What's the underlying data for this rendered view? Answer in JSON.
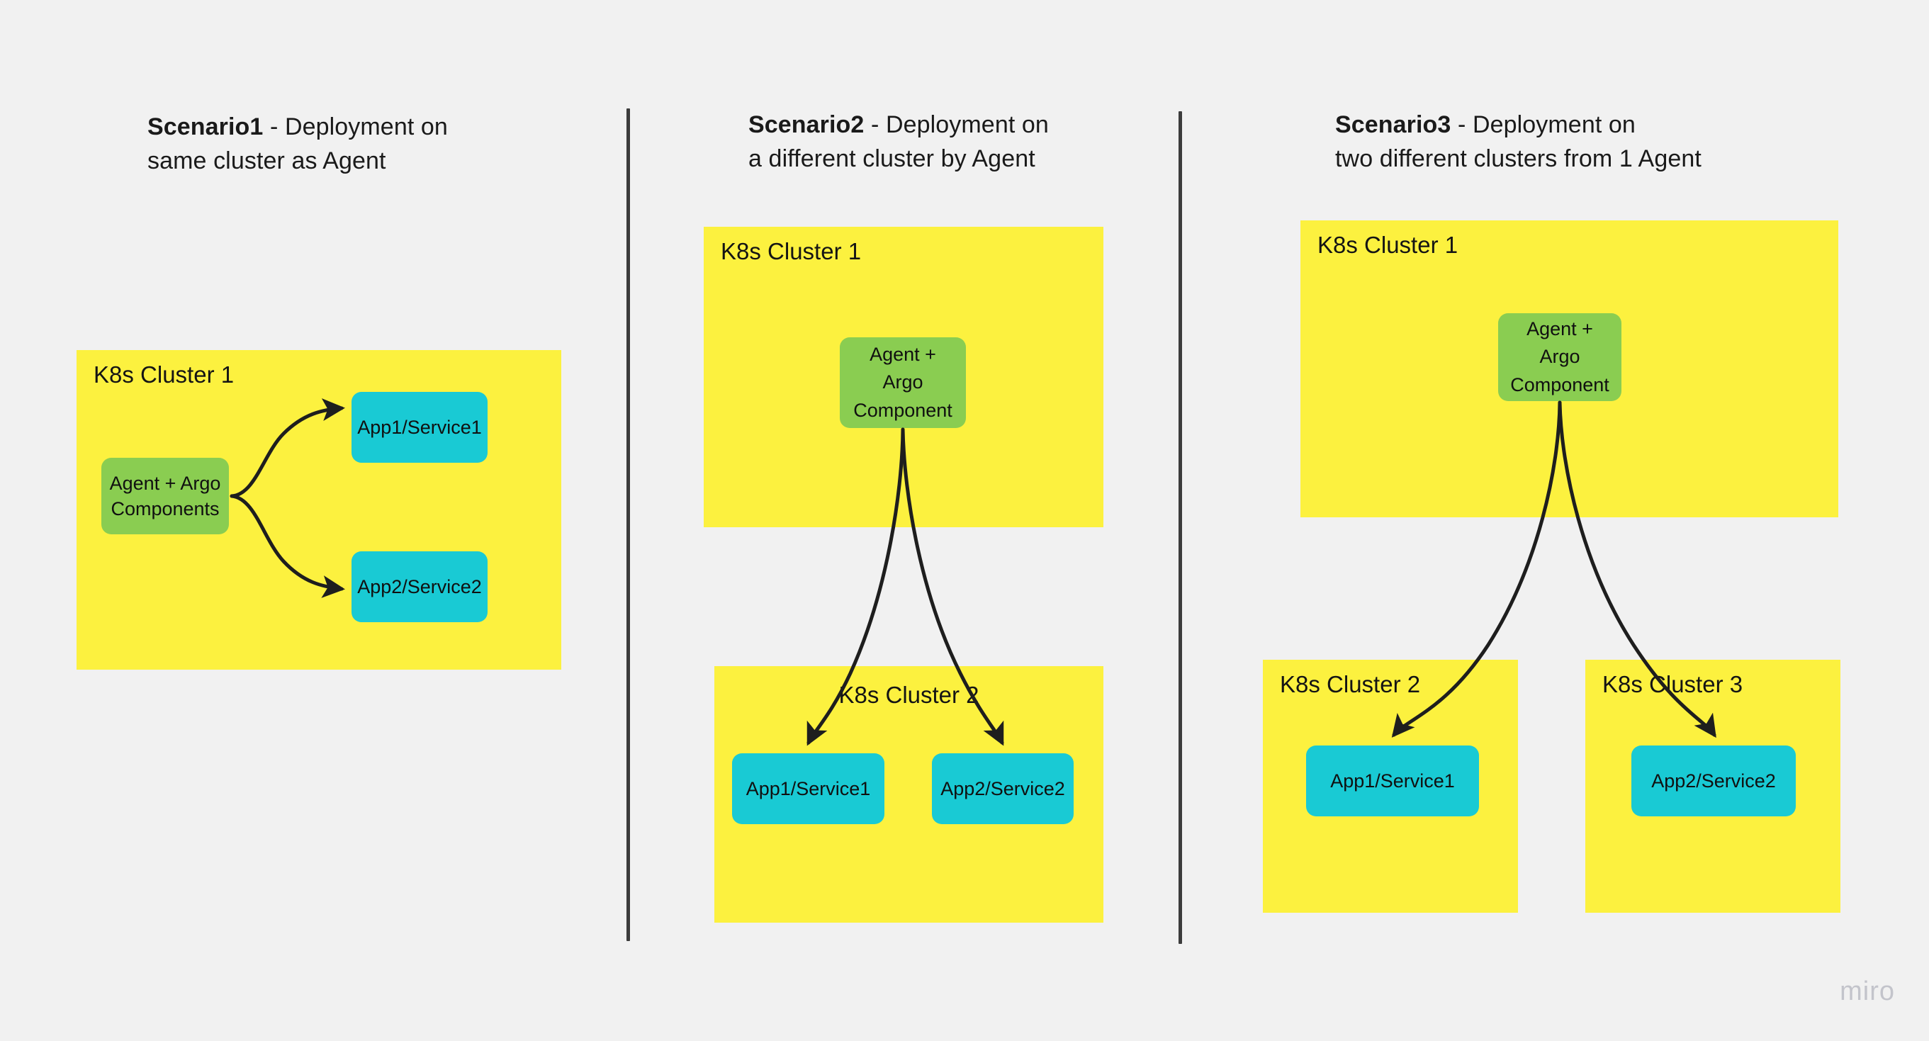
{
  "canvas": {
    "background": "#f1f1f1",
    "watermark": "miro"
  },
  "palette": {
    "cluster_yellow": "#fcf13f",
    "agent_green": "#8acd51",
    "app_cyan": "#19cad4",
    "arrow_black": "#1a1a1a",
    "divider_gray": "#3c3c3c",
    "text_black": "#141414",
    "watermark_gray": "#c3c4cb"
  },
  "scenarios": [
    {
      "id": "scenario1",
      "title_strong": "Scenario1",
      "title_rest": " - Deployment on\nsame cluster as Agent",
      "clusters": [
        {
          "id": "s1-c1",
          "label": "K8s Cluster 1",
          "label_align": "left"
        }
      ],
      "nodes": [
        {
          "id": "s1-agent",
          "label": "Agent + Argo\nComponents",
          "kind": "agent"
        },
        {
          "id": "s1-app1",
          "label": "App1/Service1",
          "kind": "app"
        },
        {
          "id": "s1-app2",
          "label": "App2/Service2",
          "kind": "app"
        }
      ],
      "edges": [
        {
          "from": "s1-agent",
          "to": "s1-app1"
        },
        {
          "from": "s1-agent",
          "to": "s1-app2"
        }
      ]
    },
    {
      "id": "scenario2",
      "title_strong": "Scenario2",
      "title_rest": " - Deployment on\na different cluster by Agent",
      "clusters": [
        {
          "id": "s2-c1",
          "label": "K8s Cluster 1",
          "label_align": "left"
        },
        {
          "id": "s2-c2",
          "label": "K8s Cluster 2",
          "label_align": "center"
        }
      ],
      "nodes": [
        {
          "id": "s2-agent",
          "label": "Agent +\nArgo\nComponent",
          "kind": "agent"
        },
        {
          "id": "s2-app1",
          "label": "App1/Service1",
          "kind": "app"
        },
        {
          "id": "s2-app2",
          "label": "App2/Service2",
          "kind": "app"
        }
      ],
      "edges": [
        {
          "from": "s2-agent",
          "to": "s2-app1"
        },
        {
          "from": "s2-agent",
          "to": "s2-app2"
        }
      ]
    },
    {
      "id": "scenario3",
      "title_strong": "Scenario3",
      "title_rest": " - Deployment on\ntwo different clusters from 1 Agent",
      "clusters": [
        {
          "id": "s3-c1",
          "label": "K8s Cluster 1",
          "label_align": "left"
        },
        {
          "id": "s3-c2",
          "label": "K8s Cluster 2",
          "label_align": "left"
        },
        {
          "id": "s3-c3",
          "label": "K8s Cluster 3",
          "label_align": "left"
        }
      ],
      "nodes": [
        {
          "id": "s3-agent",
          "label": "Agent +\nArgo\nComponent",
          "kind": "agent"
        },
        {
          "id": "s3-app1",
          "label": "App1/Service1",
          "kind": "app"
        },
        {
          "id": "s3-app2",
          "label": "App2/Service2",
          "kind": "app"
        }
      ],
      "edges": [
        {
          "from": "s3-agent",
          "to": "s3-app1"
        },
        {
          "from": "s3-agent",
          "to": "s3-app2"
        }
      ]
    }
  ]
}
